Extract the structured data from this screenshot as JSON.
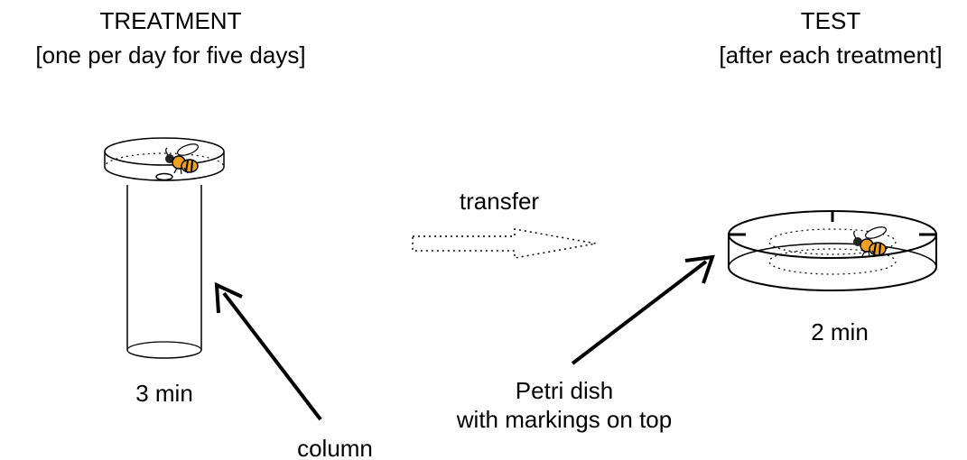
{
  "treatment": {
    "title": "TREATMENT",
    "subtitle": "[one per day for five days]",
    "duration": "3 min",
    "apparatus_label": "column"
  },
  "transfer": {
    "label": "transfer"
  },
  "test": {
    "title": "TEST",
    "subtitle": "[after each treatment]",
    "duration": "2 min",
    "apparatus_label_line1": "Petri dish",
    "apparatus_label_line2": "with markings on top"
  },
  "colors": {
    "line": "#000000",
    "bee_body": "#f0a020"
  },
  "icons": [
    "bee-icon",
    "column-tube-icon",
    "petri-dish-icon",
    "arrow-icon",
    "dotted-transfer-arrow-icon"
  ]
}
